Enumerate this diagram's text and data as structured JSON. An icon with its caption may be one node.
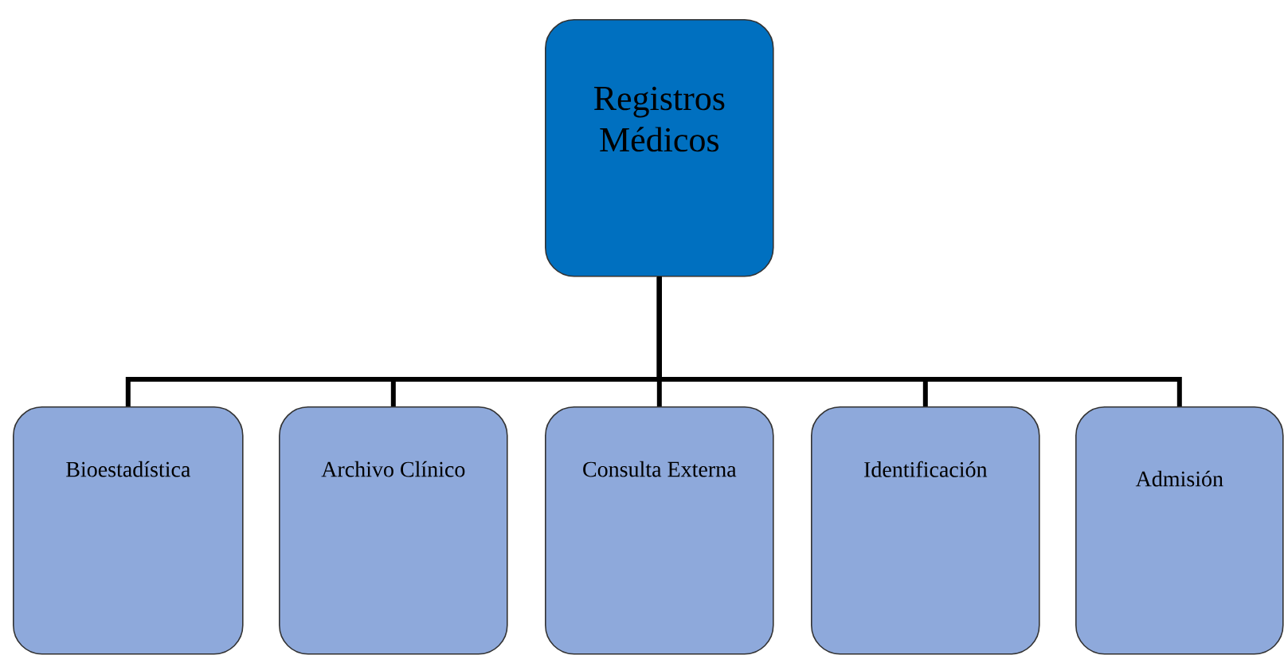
{
  "diagram": {
    "nodes": [
      {
        "text": [
          "Registros Médicos"
        ]
      },
      {
        "text": [
          "Bioestadística"
        ]
      },
      {
        "text": [
          "Archivo Clínico"
        ]
      },
      {
        "text": [
          "Consulta Externa"
        ]
      },
      {
        "text": [
          "Identificación"
        ]
      },
      {
        "text": [
          "Admisión"
        ]
      }
    ],
    "edges": [
      {
        "from": 0,
        "to": 1,
        "arrow": "none"
      },
      {
        "from": 0,
        "to": 2,
        "arrow": "none"
      },
      {
        "from": 0,
        "to": 3,
        "arrow": "none"
      },
      {
        "from": 0,
        "to": 4,
        "arrow": "none"
      },
      {
        "from": 0,
        "to": 5,
        "arrow": "none"
      }
    ]
  }
}
